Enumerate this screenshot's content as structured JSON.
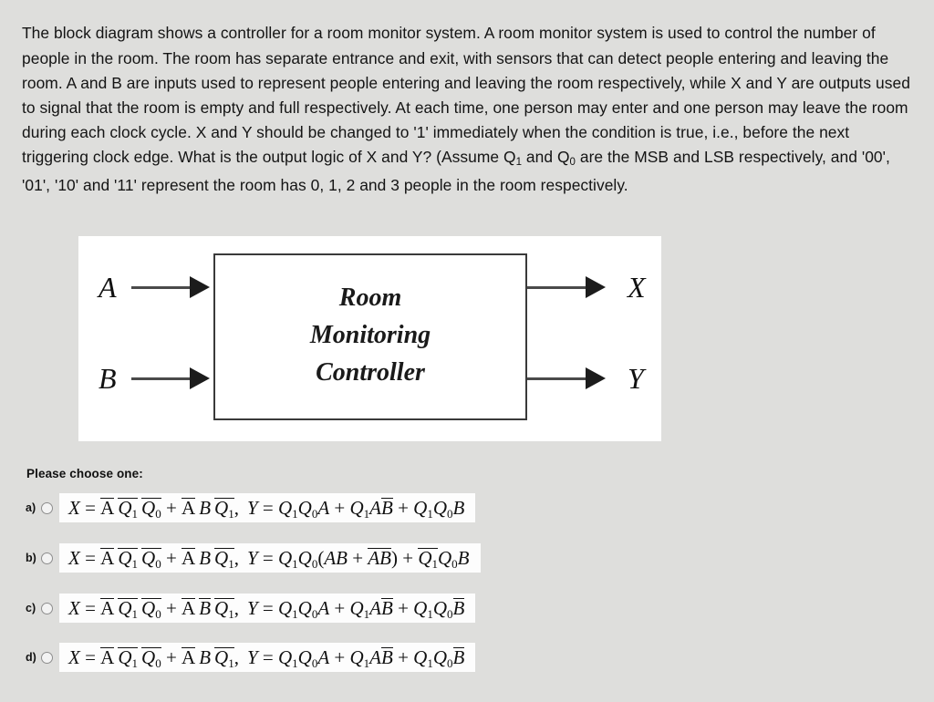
{
  "question": {
    "paragraph_parts": [
      "The block diagram shows a controller for a room monitor system. A room monitor system is used to control the number of people in the room. The room has separate entrance and exit, with sensors that can detect people entering and leaving the room. A and B are inputs used to represent people entering and leaving the room respectively, while X and Y are outputs used to signal that the room is empty and full respectively. At each time, one person may enter and one person may leave the room during each clock cycle. X and Y should be changed to '1' immediately when the condition is true, i.e., before the next triggering clock edge. What is the output logic of X and Y? (Assume Q",
      "1",
      " and Q",
      "0",
      " are the MSB and LSB respectively, and '00', '01', '10' and '11' represent the room has 0, 1, 2 and 3 people in the room respectively."
    ]
  },
  "diagram": {
    "controller_line1": "Room",
    "controller_line2": "Monitoring",
    "controller_line3": "Controller",
    "input_a": "A",
    "input_b": "B",
    "output_x": "X",
    "output_y": "Y"
  },
  "choices": {
    "prompt": "Please choose one:",
    "options": [
      {
        "letter": "a)",
        "x_expr": "X = Ā Q̄₁ Q̄₀ + Ā B Q̄₁",
        "y_expr": "Y = Q₁Q₀A + Q₁AB̄ + Q₁Q₀B",
        "selected": false
      },
      {
        "letter": "b)",
        "x_expr": "X = Ā Q̄₁ Q̄₀ + Ā B Q̄₁",
        "y_expr": "Y = Q₁Q₀(AB + ĀB̄) + Q̄₁Q₀B",
        "selected": false
      },
      {
        "letter": "c)",
        "x_expr": "X = Ā Q̄₁ Q̄₀ + Ā B̄ Q̄₁",
        "y_expr": "Y = Q₁Q₀A + Q₁AB̄ + Q₁Q₀B̄",
        "selected": false
      },
      {
        "letter": "d)",
        "x_expr": "X = Ā Q̄₁ Q̄₀ + Ā B Q̄₁",
        "y_expr": "Y = Q₁Q₀A + Q₁AB̄ + Q₁Q₀B̄",
        "selected": false
      }
    ]
  },
  "colors": {
    "page_background": "#dededc",
    "diagram_background": "#ffffff",
    "box_border": "#3a3a3a",
    "text": "#111111",
    "answer_box_background": "#fdfdfd"
  }
}
